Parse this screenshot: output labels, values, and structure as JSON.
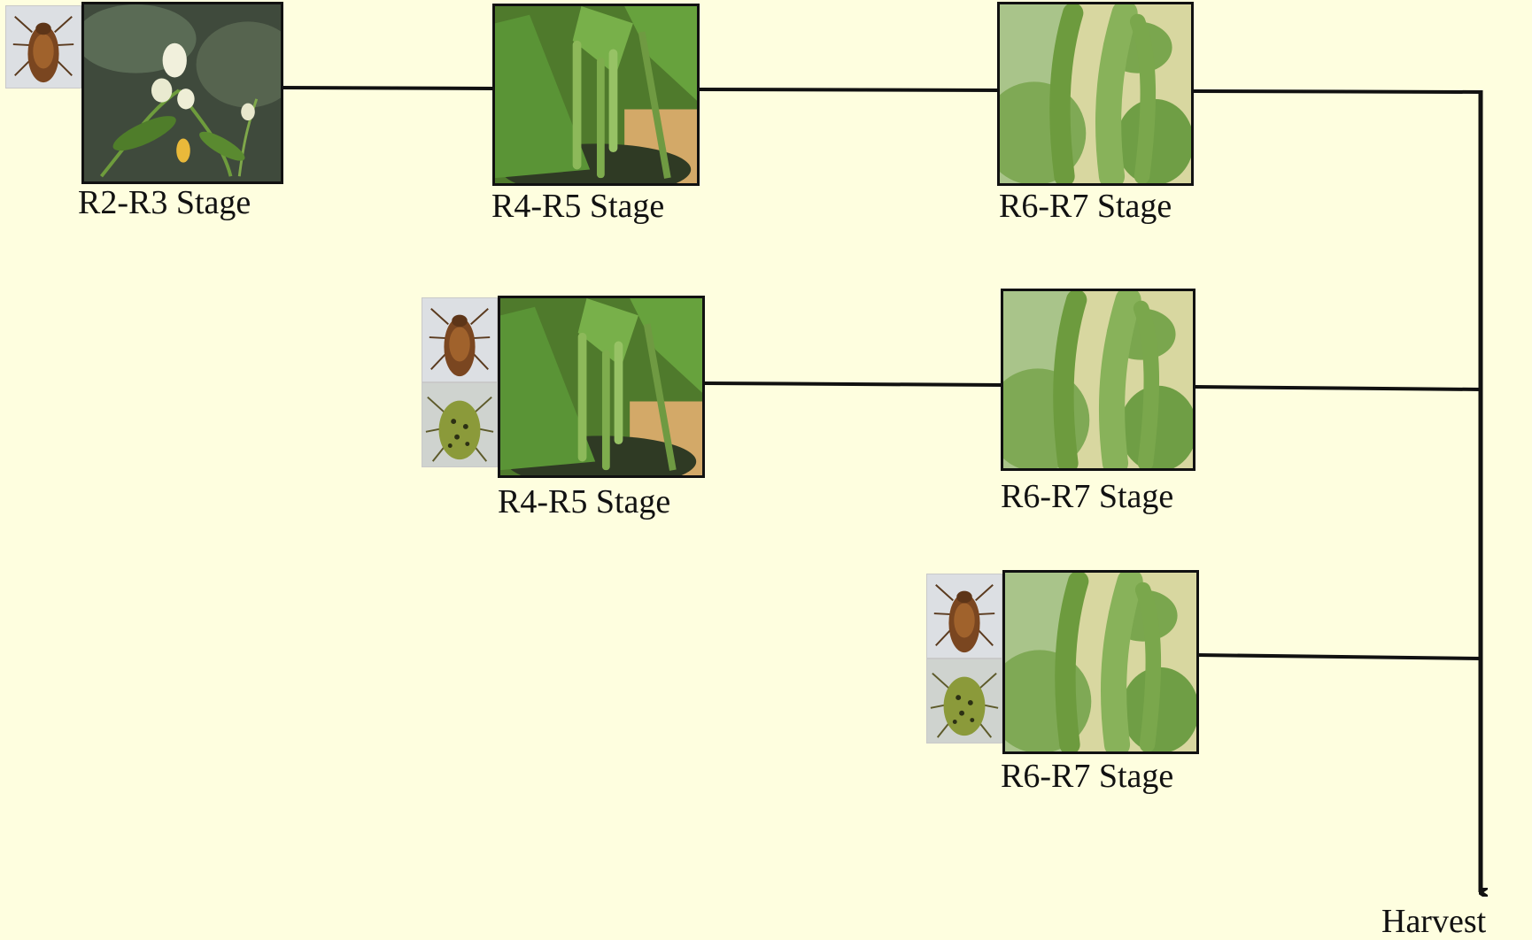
{
  "stages": {
    "row1": [
      "R2-R3 Stage",
      "R4-R5 Stage",
      "R6-R7 Stage"
    ],
    "row2": [
      "R4-R5 Stage",
      "R6-R7 Stage"
    ],
    "row3": [
      "R6-R7 Stage"
    ]
  },
  "harvest_label": "Harvest",
  "colors": {
    "background": "#fefedf",
    "line": "#111111"
  }
}
